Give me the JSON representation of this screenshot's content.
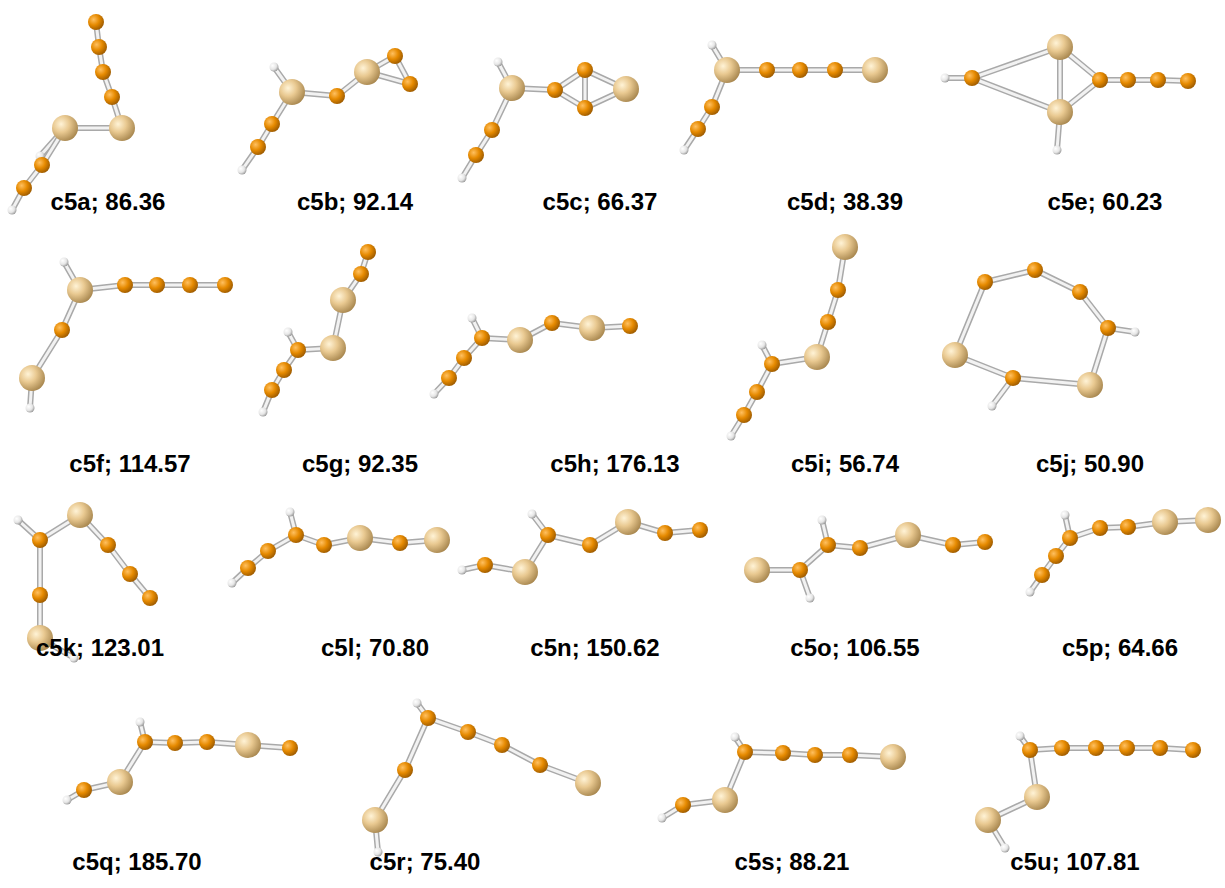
{
  "diagram": {
    "labels": [
      "c5a; 86.36",
      "c5b; 92.14",
      "c5c; 66.37",
      "c5d; 38.39",
      "c5e; 60.23",
      "c5f; 114.57",
      "c5g; 92.35",
      "c5h; 176.13",
      "c5i; 56.74",
      "c5j; 50.90",
      "c5k; 123.01",
      "c5l; 70.80",
      "c5n; 150.62",
      "c5o; 106.55",
      "c5p; 64.66",
      "c5q; 185.70",
      "c5r; 75.40",
      "c5s; 88.21",
      "c5u; 107.81"
    ]
  }
}
